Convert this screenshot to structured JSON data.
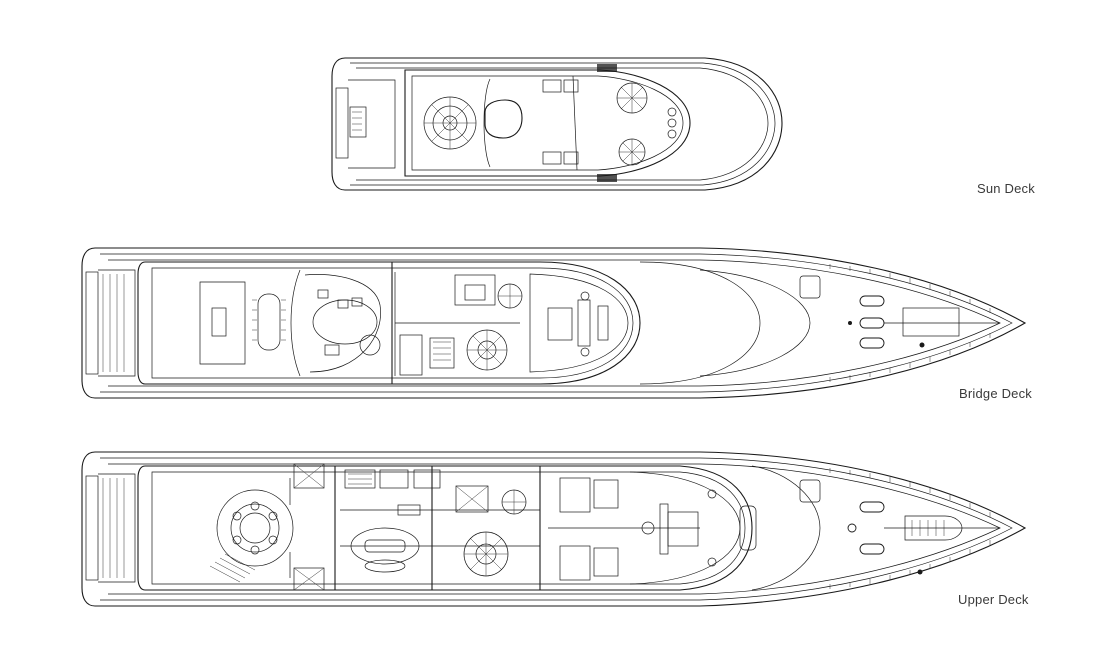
{
  "decks": [
    {
      "id": "sun",
      "label": "Sun Deck"
    },
    {
      "id": "bridge",
      "label": "Bridge Deck"
    },
    {
      "id": "upper",
      "label": "Upper Deck"
    }
  ]
}
